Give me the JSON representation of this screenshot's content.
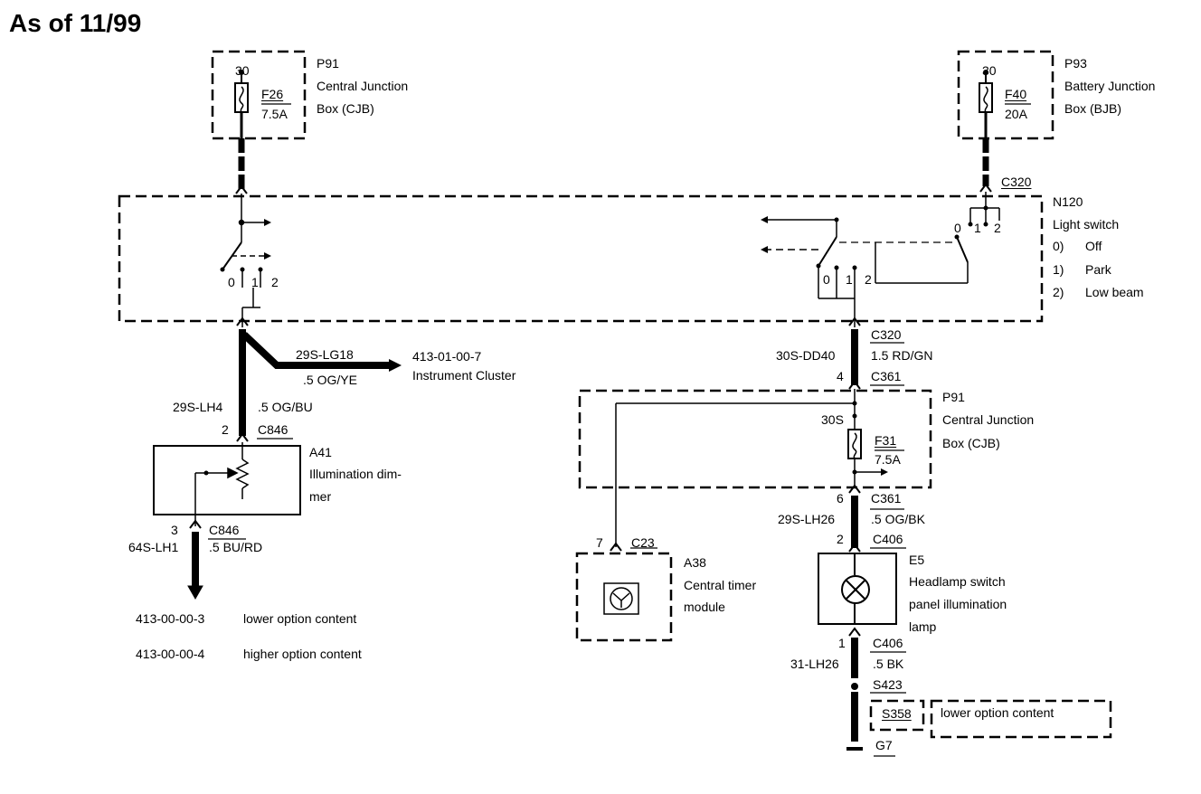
{
  "title": "As of 11/99",
  "p91_top": {
    "id": "P91",
    "name_line1": "Central Junction",
    "name_line2": "Box (CJB)",
    "pin": "30",
    "fuse": "F26",
    "rating": "7.5A"
  },
  "p93": {
    "id": "P93",
    "name_line1": "Battery Junction",
    "name_line2": "Box (BJB)",
    "pin": "30",
    "fuse": "F40",
    "rating": "20A"
  },
  "n120": {
    "connector_top": "C320",
    "id": "N120",
    "name": "Light switch",
    "legend": [
      {
        "num": "0)",
        "label": "Off"
      },
      {
        "num": "1)",
        "label": "Park"
      },
      {
        "num": "2)",
        "label": "Low beam"
      }
    ],
    "left_switch_positions": [
      "0",
      "1",
      "2"
    ],
    "right_switch_positions_bottom": [
      "0",
      "1",
      "2"
    ],
    "right_switch_positions_top": [
      "0",
      "1",
      "2"
    ]
  },
  "cluster_branch": {
    "circuit": "29S-LG18",
    "wire": ".5 OG/YE",
    "ref": "413-01-00-7",
    "dest": "Instrument Cluster"
  },
  "dimmer_feed": {
    "circuit": "29S-LH4",
    "wire": ".5 OG/BU",
    "pin": "2",
    "connector": "C846"
  },
  "a41": {
    "id": "A41",
    "name_line1": "Illumination dim-",
    "name_line2": "mer"
  },
  "dimmer_out": {
    "pin": "3",
    "connector": "C846",
    "circuit": "64S-LH1",
    "wire": ".5 BU/RD"
  },
  "references": [
    {
      "code": "413-00-00-3",
      "text": "lower option content"
    },
    {
      "code": "413-00-00-4",
      "text": "higher option content"
    }
  ],
  "right_feed": {
    "connector1": "C320",
    "circuit": "30S-DD40",
    "wire": "1.5 RD/GN",
    "pin": "4",
    "connector2": "C361"
  },
  "p91_mid": {
    "id": "P91",
    "name_line1": "Central Junction",
    "name_line2": "Box (CJB)",
    "pin": "30S",
    "fuse": "F31",
    "rating": "7.5A"
  },
  "lamp_feed": {
    "pin1": "6",
    "connector1": "C361",
    "circuit": "29S-LH26",
    "wire": ".5 OG/BK",
    "pin2": "2",
    "connector2": "C406"
  },
  "a38": {
    "pin": "7",
    "connector": "C23",
    "id": "A38",
    "name_line1": "Central timer",
    "name_line2": "module"
  },
  "e5": {
    "id": "E5",
    "name_line1": "Headlamp switch",
    "name_line2": "panel illumination",
    "name_line3": "lamp"
  },
  "ground": {
    "pin": "1",
    "connector": "C406",
    "circuit": "31-LH26",
    "wire": ".5 BK",
    "splice1": "S423",
    "splice2": "S358",
    "splice2_note": "lower option content",
    "ground": "G7"
  }
}
